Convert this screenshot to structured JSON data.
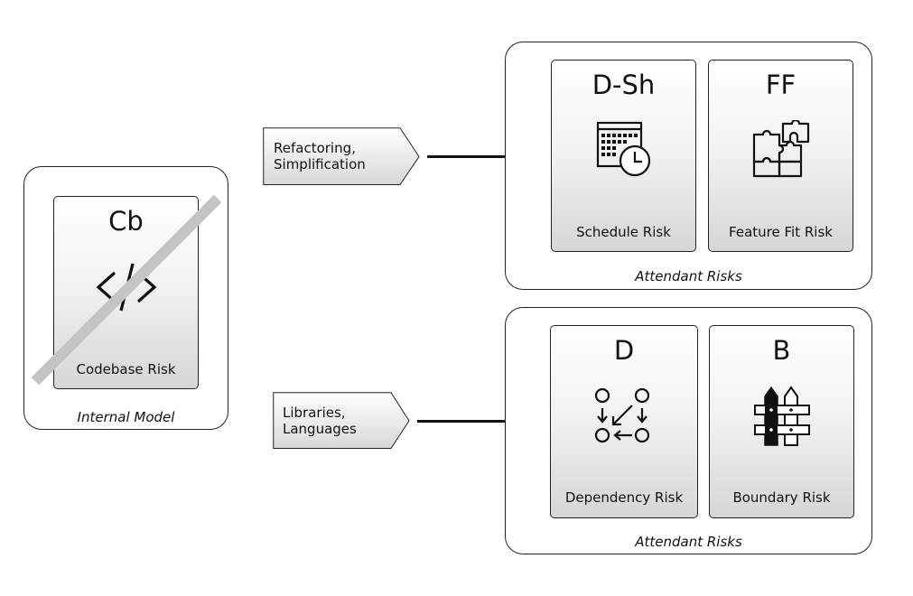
{
  "left": {
    "frame_caption": "Internal Model",
    "card": {
      "code": "Cb",
      "label": "Codebase Risk",
      "icon": "code-icon",
      "struck_through": true
    }
  },
  "actions": [
    {
      "text": "Refactoring,\nSimplification"
    },
    {
      "text": "Libraries,\nLanguages"
    }
  ],
  "groups": [
    {
      "caption": "Attendant Risks",
      "cards": [
        {
          "code": "D-Sh",
          "label": "Schedule Risk",
          "icon": "calendar-clock-icon"
        },
        {
          "code": "FF",
          "label": "Feature Fit Risk",
          "icon": "puzzle-icon"
        }
      ]
    },
    {
      "caption": "Attendant Risks",
      "cards": [
        {
          "code": "D",
          "label": "Dependency Risk",
          "icon": "dependency-graph-icon"
        },
        {
          "code": "B",
          "label": "Boundary Risk",
          "icon": "fence-icon"
        }
      ]
    }
  ],
  "colors": {
    "stroke": "#111111",
    "strike": "#c4c4c4",
    "card_gradient_end": "#d6d6d6"
  }
}
